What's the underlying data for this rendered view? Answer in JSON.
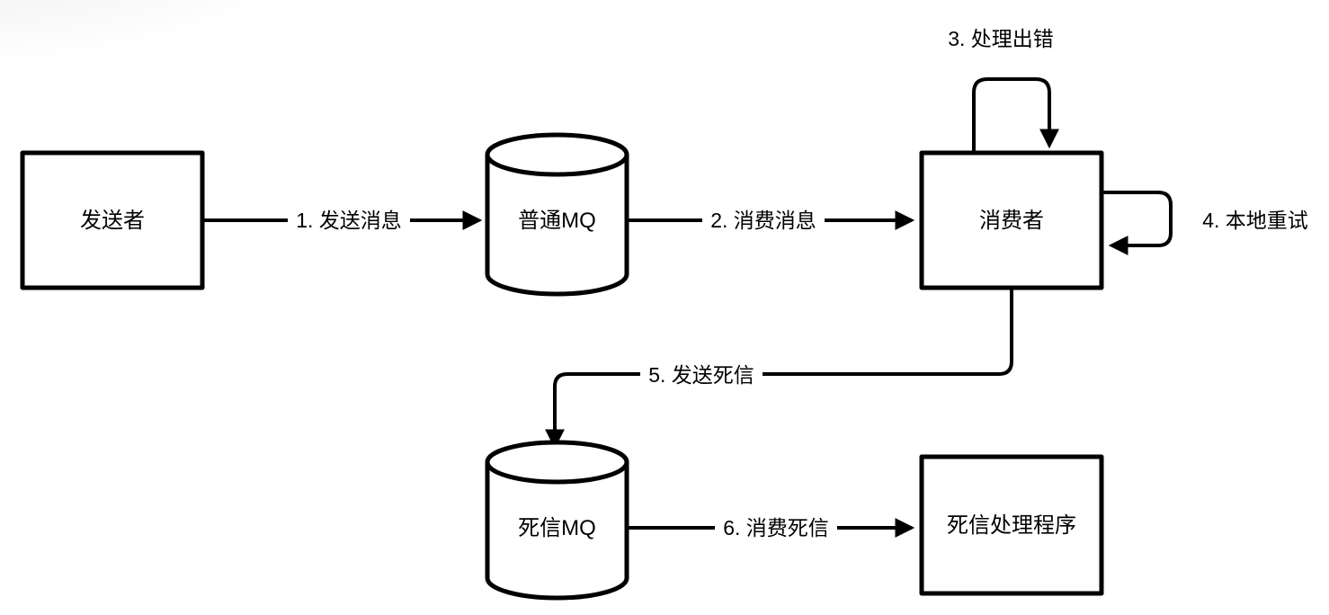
{
  "diagram": {
    "background_color": "#ffffff",
    "stroke_color": "#000000",
    "text_color": "#000000",
    "nodes": {
      "sender": {
        "label": "发送者",
        "shape": "rectangle"
      },
      "normal_mq": {
        "label": "普通MQ",
        "shape": "cylinder"
      },
      "consumer": {
        "label": "消费者",
        "shape": "rectangle"
      },
      "dead_letter_mq": {
        "label": "死信MQ",
        "shape": "cylinder"
      },
      "dead_letter_processor": {
        "label": "死信处理程序",
        "shape": "rectangle"
      }
    },
    "edges": [
      {
        "from": "sender",
        "to": "normal_mq",
        "label": "1. 发送消息"
      },
      {
        "from": "normal_mq",
        "to": "consumer",
        "label": "2. 消费消息"
      },
      {
        "from": "consumer",
        "to": "consumer",
        "label": "3. 处理出错"
      },
      {
        "from": "consumer",
        "to": "consumer",
        "label": "4. 本地重试"
      },
      {
        "from": "consumer",
        "to": "dead_letter_mq",
        "label": "5. 发送死信"
      },
      {
        "from": "dead_letter_mq",
        "to": "dead_letter_processor",
        "label": "6. 消费死信"
      }
    ]
  }
}
